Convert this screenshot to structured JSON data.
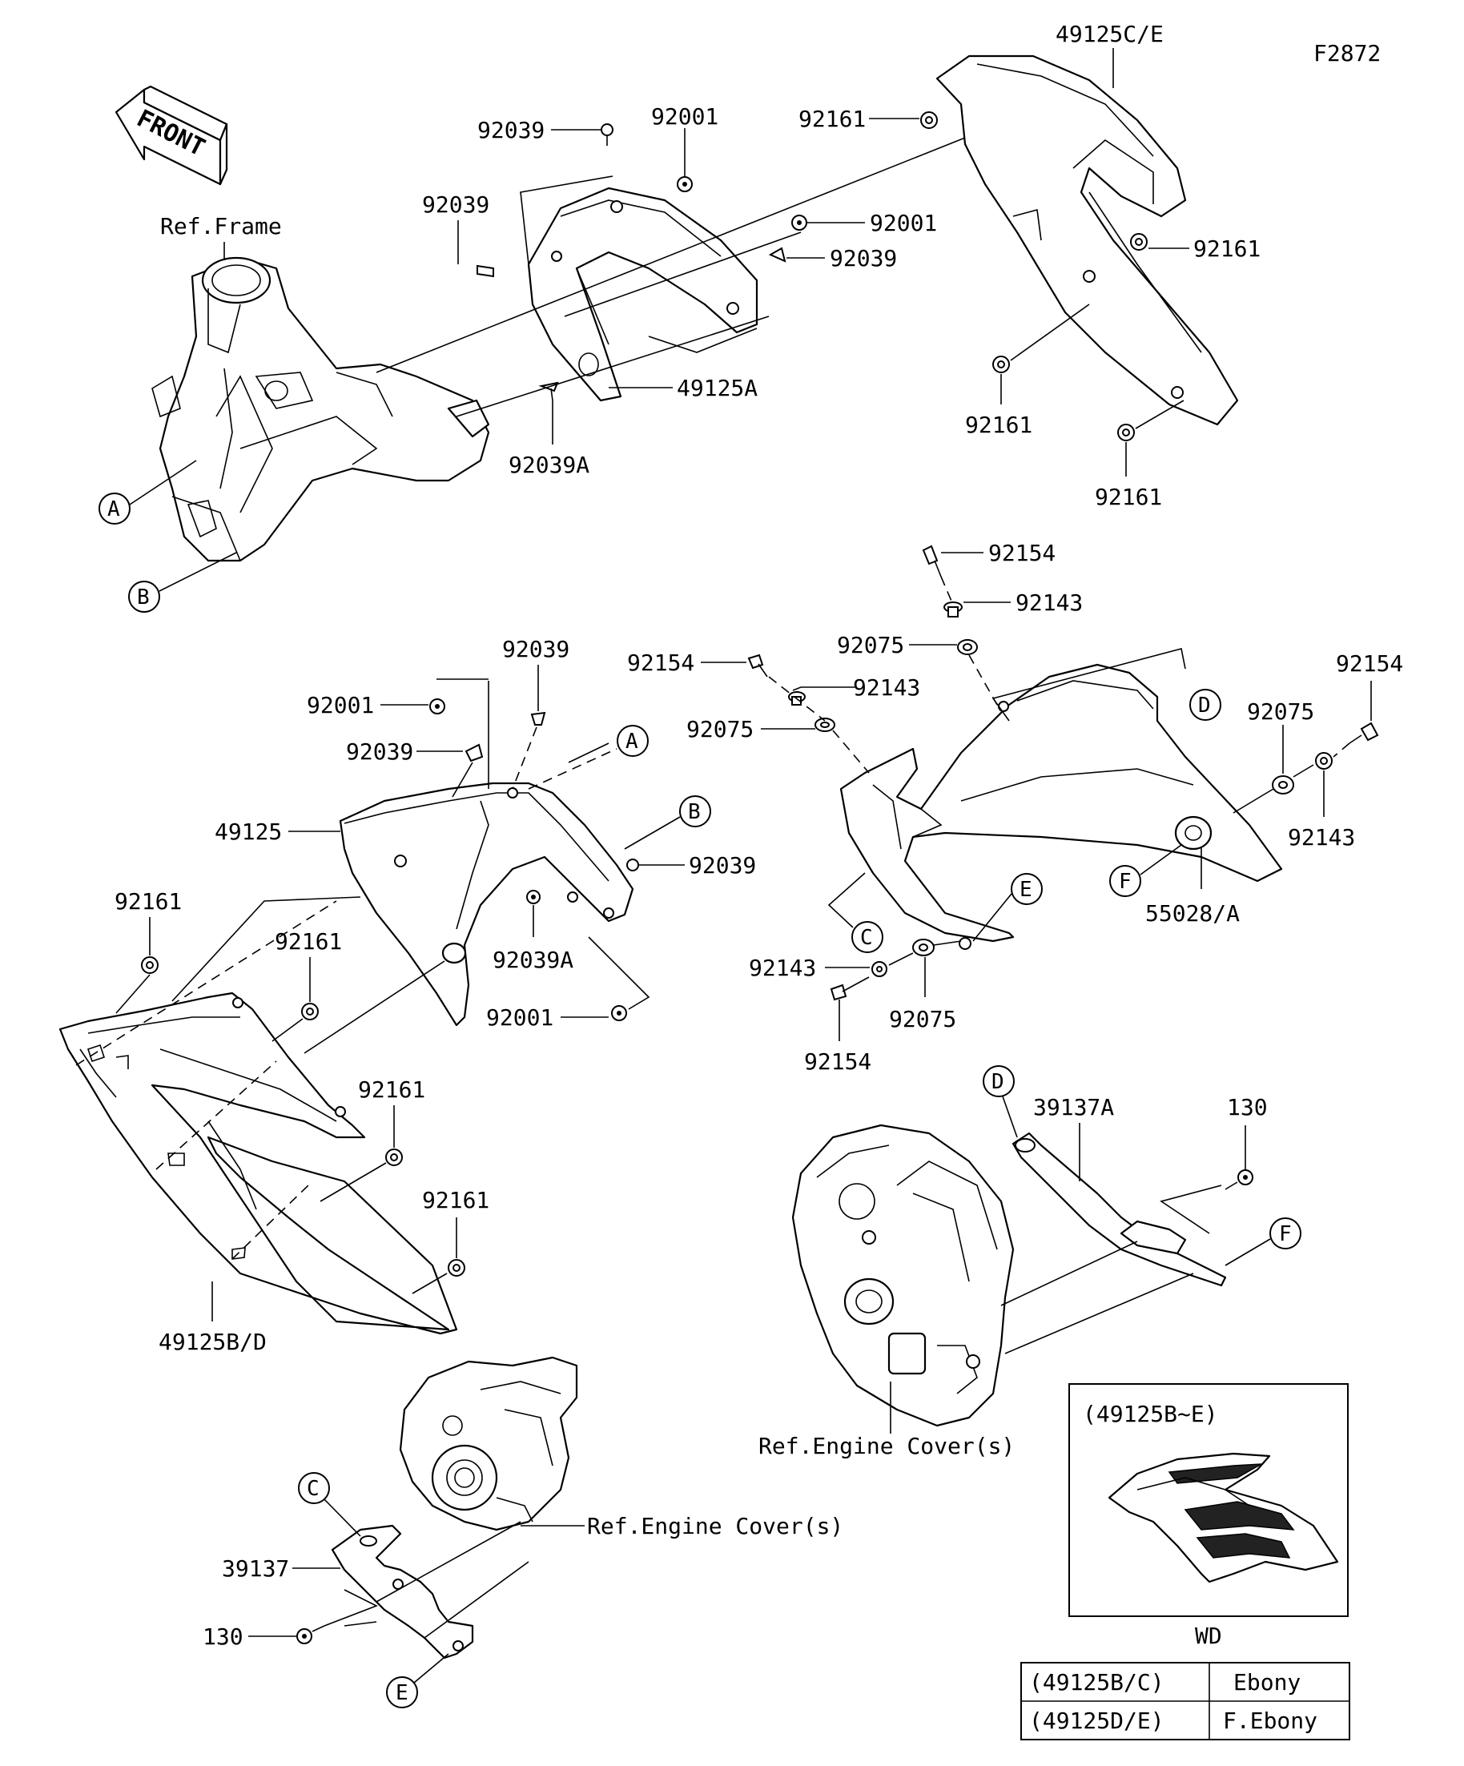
{
  "figure_id": "F2872",
  "front_label": "FRONT",
  "labels": {
    "l_49125ce": "49125C/E",
    "l_92161_a": "92161",
    "l_92161_b": "92161",
    "l_92161_c": "92161",
    "l_92161_d": "92161",
    "l_92039_a": "92039",
    "l_92001_a": "92001",
    "l_92039_b": "92039",
    "l_92001_b": "92001",
    "l_92039_c": "92039",
    "l_49125a": "49125A",
    "l_92039a_a": "92039A",
    "ref_frame": "Ref.Frame",
    "l_92154_a": "92154",
    "l_92143_a": "92143",
    "l_92075_a": "92075",
    "l_92154_b": "92154",
    "l_92143_b": "92143",
    "l_92075_b": "92075",
    "l_92154_c": "92154",
    "l_92075_c": "92075",
    "l_92143_c": "92143",
    "l_55028a": "55028/A",
    "l_92143_d": "92143",
    "l_92075_d": "92075",
    "l_92154_d": "92154",
    "l_92039_d": "92039",
    "l_92001_c": "92001",
    "l_92039_e": "92039",
    "l_49125": "49125",
    "l_92039_f": "92039",
    "l_92039a_b": "92039A",
    "l_92001_d": "92001",
    "l_92161_e": "92161",
    "l_92161_f": "92161",
    "l_92161_g": "92161",
    "l_92161_h": "92161",
    "l_49125bd": "49125B/D",
    "l_39137a": "39137A",
    "l_130_a": "130",
    "ref_engine_cover_a": "Ref.Engine Cover(s)",
    "ref_engine_cover_b": "Ref.Engine Cover(s)",
    "l_39137": "39137",
    "l_130_b": "130"
  },
  "callouts": {
    "A1": "A",
    "B1": "B",
    "A2": "A",
    "B2": "B",
    "C1": "C",
    "D1": "D",
    "E1": "E",
    "F1": "F",
    "D2": "D",
    "F2": "F",
    "C2": "C",
    "E2": "E"
  },
  "inset": {
    "title": "(49125B~E)",
    "caption": "WD"
  },
  "color_table": {
    "rows": [
      {
        "part": "(49125B/C)",
        "color": "Ebony"
      },
      {
        "part": "(49125D/E)",
        "color": "F.Ebony"
      }
    ]
  }
}
